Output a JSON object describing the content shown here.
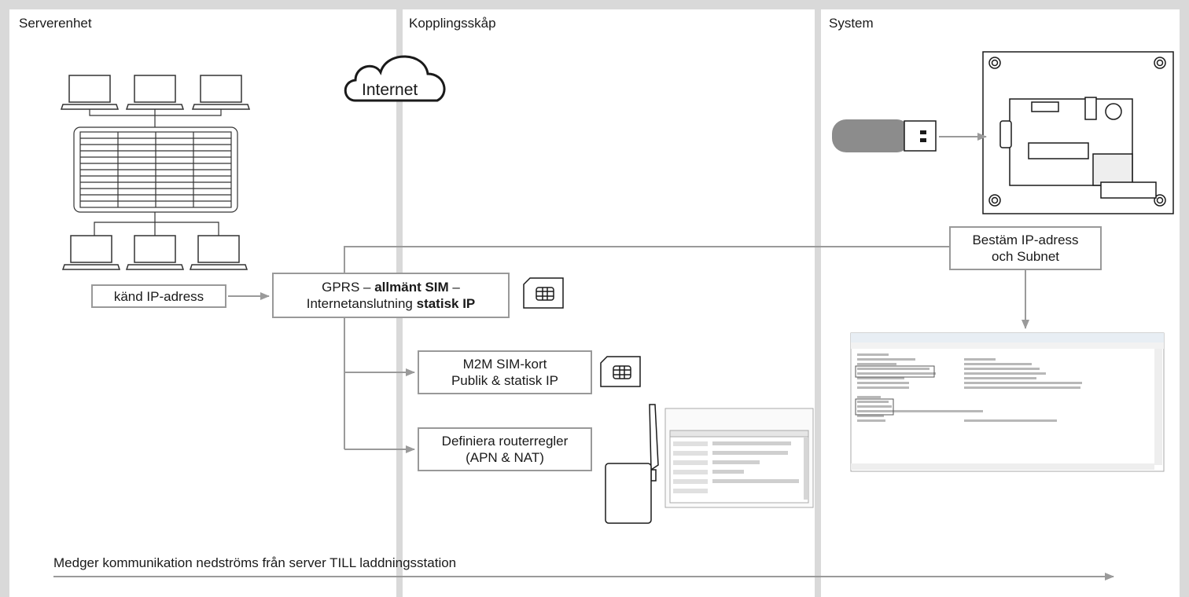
{
  "columns": {
    "server": "Serverenhet",
    "cabinet": "Kopplingsskåp",
    "system": "System"
  },
  "cloud_label": "Internet",
  "known_ip": "känd IP-adress",
  "gprs": {
    "line1_a": "GPRS – ",
    "line1_b": "allmänt SIM",
    "line1_c": " –",
    "line2_a": "Internetanslutning ",
    "line2_b": "statisk IP"
  },
  "m2m": {
    "line1": "M2M SIM-kort",
    "line2": "Publik & statisk IP"
  },
  "router": {
    "line1": "Definiera routerregler",
    "line2": "(APN & NAT)"
  },
  "determine": {
    "line1": "Bestäm IP-adress",
    "line2": "och Subnet"
  },
  "footer": "Medger kommunikation nedströms från server TILL laddningsstation",
  "colors": {
    "line": "#9a9a9a",
    "divider": "#d9d9d9"
  }
}
